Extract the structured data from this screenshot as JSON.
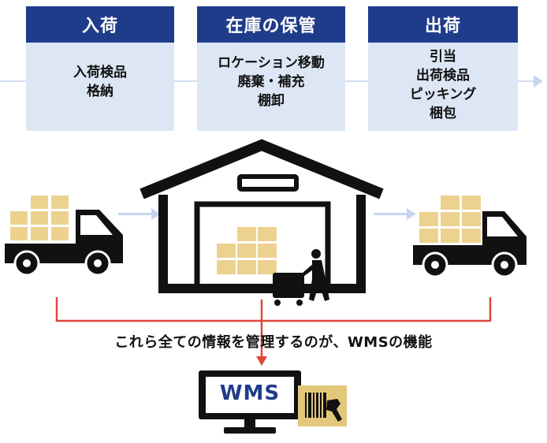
{
  "stages": [
    {
      "title": "入荷",
      "items": [
        "入荷検品",
        "格納"
      ]
    },
    {
      "title": "在庫の保管",
      "items": [
        "ロケーション移動",
        "廃棄・補充",
        "棚卸"
      ]
    },
    {
      "title": "出荷",
      "items": [
        "引当",
        "出荷検品",
        "ピッキング",
        "梱包"
      ]
    }
  ],
  "caption": "これら全ての情報を管理するのが、WMSの機能",
  "wms_label": "WMS",
  "icons": [
    "incoming-truck-icon",
    "warehouse-icon",
    "worker-with-cart-icon",
    "outgoing-truck-icon",
    "wms-monitor-icon",
    "barcode-scanner-icon"
  ],
  "colors": {
    "header": "#1f3c8a",
    "panel": "#dce6f5",
    "bracket": "#e0463c",
    "box": "#ecd28e",
    "scanner_bg": "#e3c77a",
    "icon": "#111111"
  }
}
